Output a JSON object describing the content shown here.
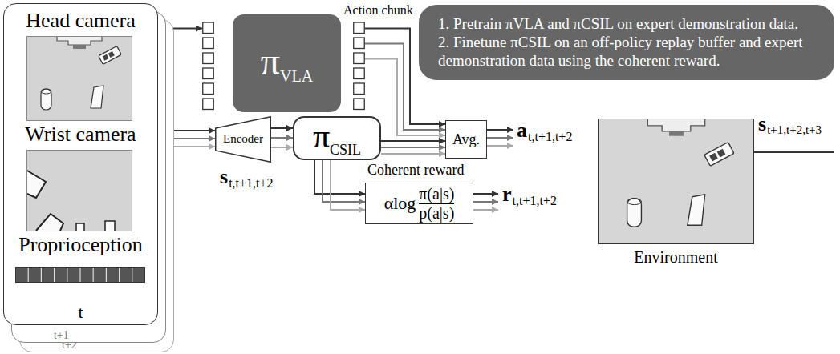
{
  "diagram": {
    "nodes": [
      {
        "text": [
          "t+2"
        ]
      },
      {
        "text": [
          "t+1"
        ]
      },
      {
        "text": [
          "Head camera",
          "Wrist camera",
          "Proprioception",
          "t"
        ]
      },
      {
        "text": [
          "π",
          "VLA"
        ]
      },
      {
        "text": [
          "1. Pretrain πVLA and πCSIL on expert demonstration data.",
          "2. Finetune πCSIL on an off-policy replay buffer and expert demonstration data using the coherent reward."
        ]
      },
      {
        "text": [
          "Encoder"
        ]
      },
      {
        "text": [
          "π",
          "CSIL"
        ]
      },
      {
        "text": [
          "Avg."
        ]
      },
      {
        "text": [
          "Coherent reward",
          "αlog",
          "π(a|s)",
          "p(a|s)"
        ]
      },
      {
        "text": [
          "Environment"
        ]
      }
    ],
    "edges": [
      {
        "from": 0,
        "to": 5,
        "arrow": "to"
      },
      {
        "from": 1,
        "to": 5,
        "arrow": "to"
      },
      {
        "from": 2,
        "to": 5,
        "arrow": "to"
      },
      {
        "from": 2,
        "to": 3,
        "arrow": "to"
      },
      {
        "from": 5,
        "to": 6,
        "arrow": "to"
      },
      {
        "from": 3,
        "to": 7,
        "arrow": "to"
      },
      {
        "from": 6,
        "to": 7,
        "arrow": "to"
      },
      {
        "from": 6,
        "to": 8,
        "arrow": "to"
      }
    ],
    "labels": [
      "Action chunk",
      "s",
      "t,t+1,t+2",
      "a",
      "t,t+1,t+2",
      "r",
      "t,t+1,t+2",
      "s",
      "t+1,t+2,t+3"
    ]
  }
}
